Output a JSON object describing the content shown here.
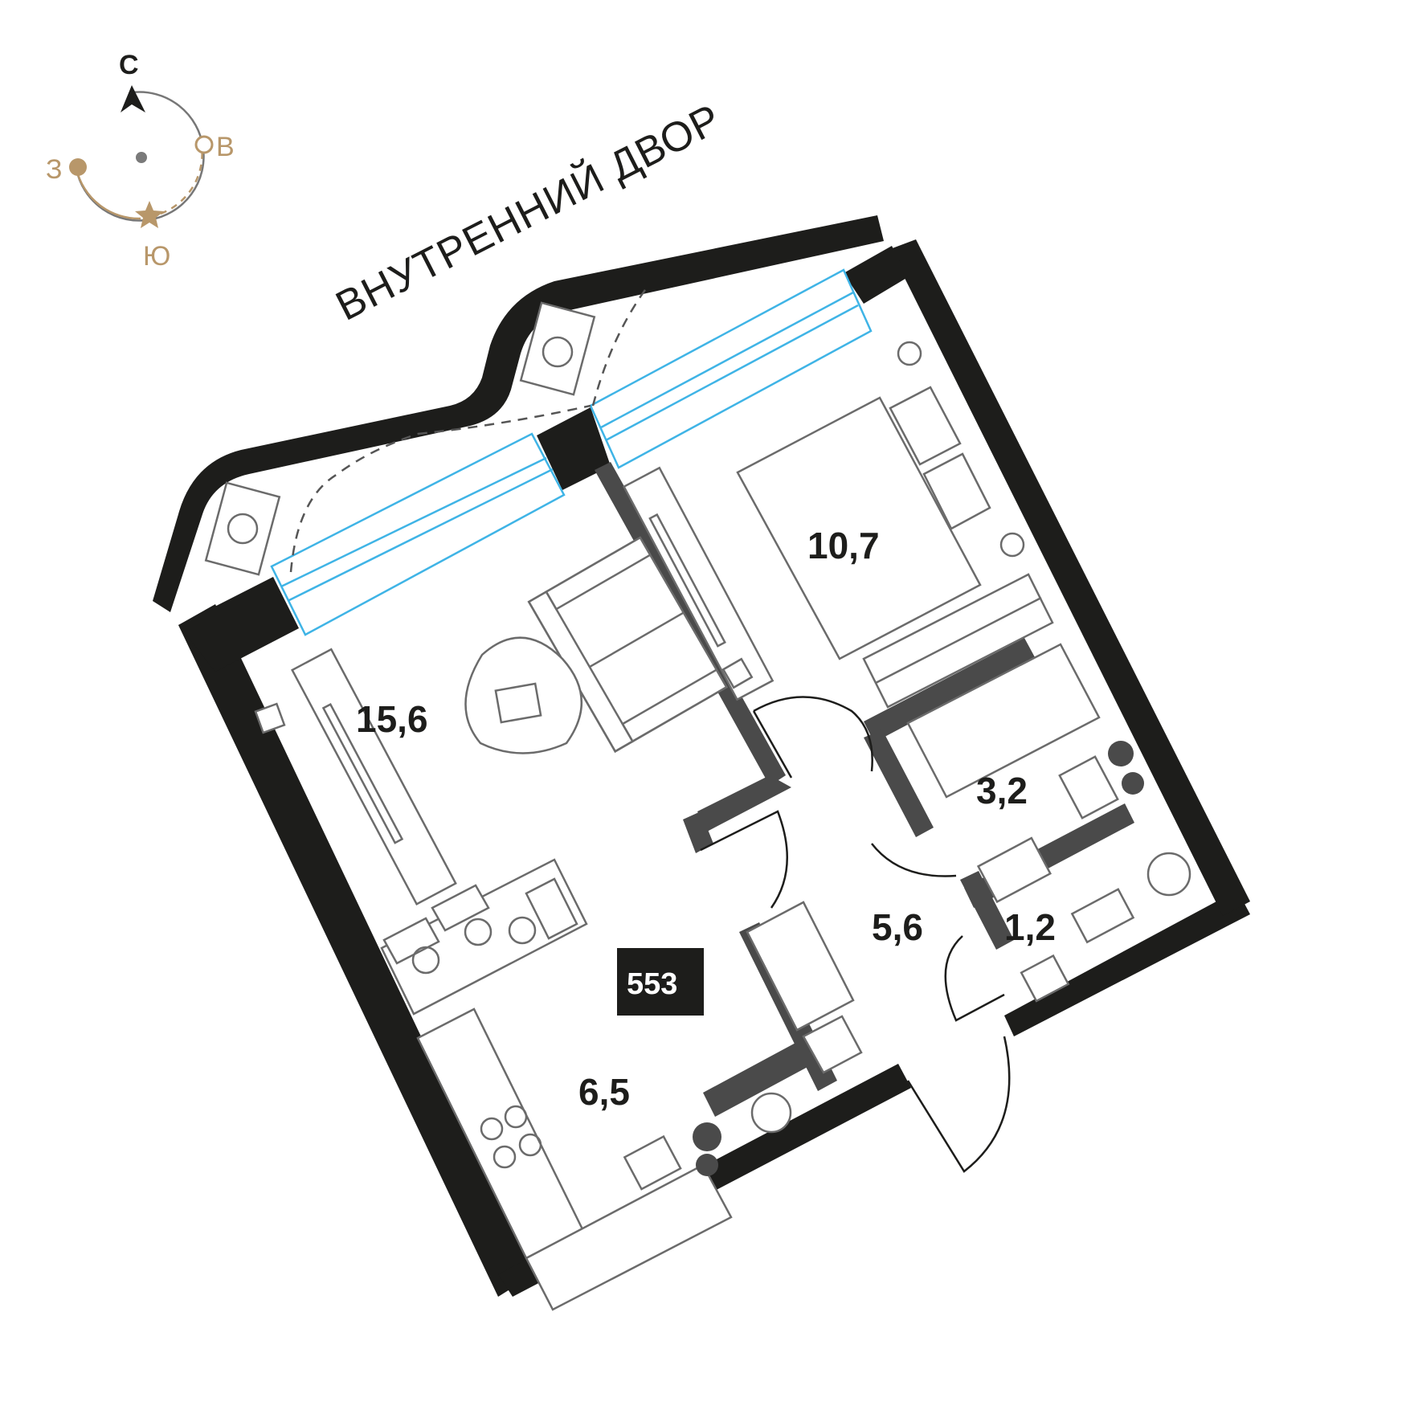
{
  "compass": {
    "north": "С",
    "east": "В",
    "south": "Ю",
    "west": "З",
    "accent_color": "#b8976a",
    "needle_color": "#1d1d1b"
  },
  "yard_label": "ВНУТРЕННИЙ ДВОР",
  "unit_number": "553",
  "rooms": [
    {
      "area": "15,6"
    },
    {
      "area": "10,7"
    },
    {
      "area": "6,5"
    },
    {
      "area": "5,6"
    },
    {
      "area": "3,2"
    },
    {
      "area": "1,2"
    }
  ],
  "colors": {
    "wall": "#1d1d1b",
    "partition": "#4a4a4a",
    "window": "#3fb4e6",
    "furniture": "#6b6b6b"
  }
}
